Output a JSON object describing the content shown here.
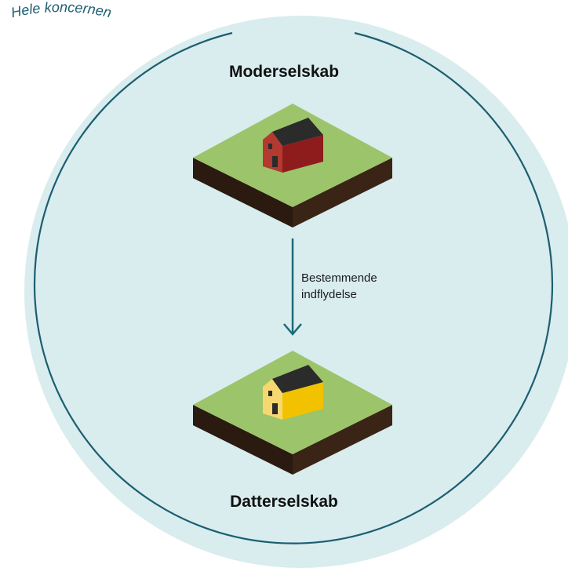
{
  "diagram": {
    "group_label": "Hele koncernen",
    "parent": {
      "title": "Moderselskab",
      "house_color": "#8e1c1c",
      "house_front": "#b23a30",
      "icon": "house-icon"
    },
    "child": {
      "title": "Datterselskab",
      "house_color": "#f2c200",
      "house_front": "#f7d870",
      "icon": "house-icon"
    },
    "relation": {
      "line1": "Bestemmende",
      "line2": "indflydelse",
      "arrow_icon": "arrow-down-icon"
    },
    "colors": {
      "circle_fill": "#d9ecee",
      "circle_stroke": "#1b5e70",
      "arrow": "#1b6a7a",
      "grass": "#9cc46a",
      "soil": "#2a1a10",
      "roof": "#2b2b2b"
    }
  }
}
